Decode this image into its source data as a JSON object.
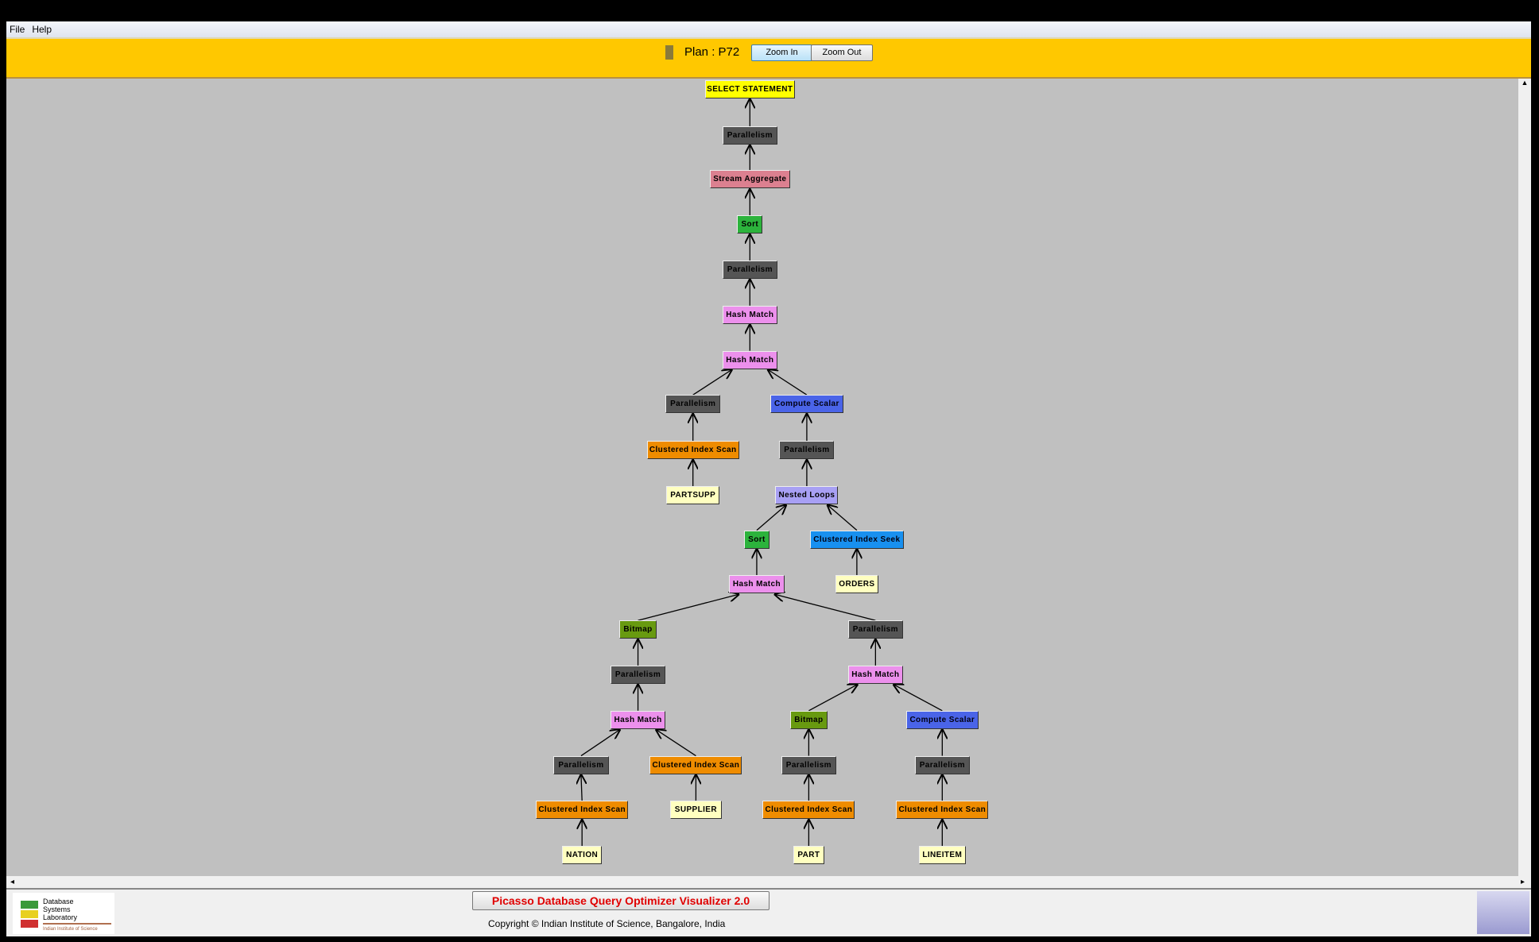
{
  "menu": [
    "File",
    "Help"
  ],
  "toolbar": {
    "plan_label": "Plan : P72",
    "zoom_in": "Zoom In",
    "zoom_out": "Zoom Out"
  },
  "footer": {
    "title": "Picasso Database Query Optimizer Visualizer 2.0",
    "copyright": "Copyright © Indian Institute of Science, Bangalore, India",
    "logo_text": "Database Systems Laboratory Indian Institute of Science"
  },
  "colors": {
    "select": "#ffff00",
    "parallelism": "#555555",
    "stream_aggregate": "#dc8090",
    "sort": "#2cb33c",
    "hash_match": "#ec90ec",
    "compute_scalar": "#4a64e8",
    "clustered_index_scan": "#ef8c00",
    "table": "#ffffc0",
    "nested_loops": "#a8a0f4",
    "clustered_index_seek": "#1890f0",
    "bitmap": "#689a10"
  },
  "plan_tree": {
    "nodes": [
      {
        "label": "SELECT STATEMENT",
        "type": "select"
      },
      {
        "label": "Parallelism",
        "type": "parallelism"
      },
      {
        "label": "Stream Aggregate",
        "type": "stream_aggregate"
      },
      {
        "label": "Sort",
        "type": "sort"
      },
      {
        "label": "Parallelism",
        "type": "parallelism"
      },
      {
        "label": "Hash Match",
        "type": "hash_match"
      },
      {
        "label": "Hash Match",
        "type": "hash_match"
      },
      {
        "label": "Parallelism",
        "type": "parallelism"
      },
      {
        "label": "Compute Scalar",
        "type": "compute_scalar"
      },
      {
        "label": "Clustered Index Scan",
        "type": "clustered_index_scan"
      },
      {
        "label": "PARTSUPP",
        "type": "table"
      },
      {
        "label": "Parallelism",
        "type": "parallelism"
      },
      {
        "label": "Nested Loops",
        "type": "nested_loops"
      },
      {
        "label": "Sort",
        "type": "sort"
      },
      {
        "label": "Clustered Index Seek",
        "type": "clustered_index_seek"
      },
      {
        "label": "Hash Match",
        "type": "hash_match"
      },
      {
        "label": "ORDERS",
        "type": "table"
      },
      {
        "label": "Bitmap",
        "type": "bitmap"
      },
      {
        "label": "Parallelism",
        "type": "parallelism"
      },
      {
        "label": "Parallelism",
        "type": "parallelism"
      },
      {
        "label": "Hash Match",
        "type": "hash_match"
      },
      {
        "label": "Hash Match",
        "type": "hash_match"
      },
      {
        "label": "Bitmap",
        "type": "bitmap"
      },
      {
        "label": "Compute Scalar",
        "type": "compute_scalar"
      },
      {
        "label": "Parallelism",
        "type": "parallelism"
      },
      {
        "label": "Clustered Index Scan",
        "type": "clustered_index_scan"
      },
      {
        "label": "Parallelism",
        "type": "parallelism"
      },
      {
        "label": "Parallelism",
        "type": "parallelism"
      },
      {
        "label": "Clustered Index Scan",
        "type": "clustered_index_scan"
      },
      {
        "label": "SUPPLIER",
        "type": "table"
      },
      {
        "label": "Clustered Index Scan",
        "type": "clustered_index_scan"
      },
      {
        "label": "Clustered Index Scan",
        "type": "clustered_index_scan"
      },
      {
        "label": "NATION",
        "type": "table"
      },
      {
        "label": "PART",
        "type": "table"
      },
      {
        "label": "LINEITEM",
        "type": "table"
      }
    ],
    "edges": [
      [
        1,
        0
      ],
      [
        2,
        1
      ],
      [
        3,
        2
      ],
      [
        4,
        3
      ],
      [
        5,
        4
      ],
      [
        6,
        5
      ],
      [
        7,
        6
      ],
      [
        8,
        6
      ],
      [
        9,
        7
      ],
      [
        10,
        9
      ],
      [
        11,
        8
      ],
      [
        12,
        11
      ],
      [
        13,
        12
      ],
      [
        14,
        12
      ],
      [
        15,
        13
      ],
      [
        16,
        14
      ],
      [
        17,
        15
      ],
      [
        18,
        15
      ],
      [
        19,
        17
      ],
      [
        20,
        18
      ],
      [
        21,
        19
      ],
      [
        22,
        20
      ],
      [
        23,
        20
      ],
      [
        24,
        21
      ],
      [
        25,
        21
      ],
      [
        26,
        22
      ],
      [
        27,
        23
      ],
      [
        28,
        24
      ],
      [
        29,
        25
      ],
      [
        30,
        26
      ],
      [
        31,
        27
      ],
      [
        32,
        28
      ],
      [
        33,
        30
      ],
      [
        34,
        31
      ]
    ]
  }
}
